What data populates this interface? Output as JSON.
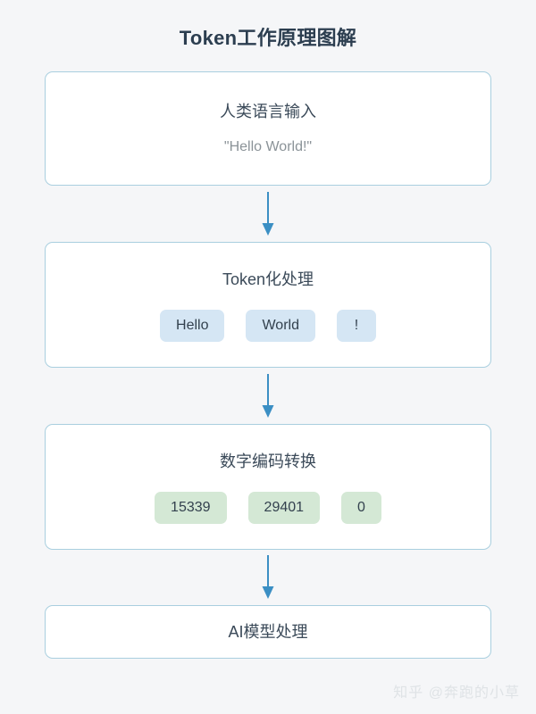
{
  "page": {
    "title": "Token工作原理图解",
    "background_color": "#f5f6f8",
    "accent_color": "#3b8fc4",
    "card_border_color": "#a9cfdf",
    "title_color": "#2c3e50"
  },
  "flow": {
    "steps": [
      {
        "id": "human-language-input",
        "heading": "人类语言输入",
        "subtitle": "\"Hello World!\"",
        "chips": []
      },
      {
        "id": "tokenization",
        "heading": "Token化处理",
        "subtitle": "",
        "chip_color": "#d5e6f4",
        "chips": [
          "Hello",
          "World",
          "!"
        ]
      },
      {
        "id": "numeric-encoding",
        "heading": "数字编码转换",
        "subtitle": "",
        "chip_color": "#d4e8d5",
        "chips": [
          "15339",
          "29401",
          "0"
        ]
      },
      {
        "id": "ai-model-processing",
        "heading": "AI模型处理",
        "subtitle": "",
        "chips": []
      }
    ],
    "arrows": [
      {
        "id": "arrow-1",
        "direction": "down"
      },
      {
        "id": "arrow-2",
        "direction": "down"
      },
      {
        "id": "arrow-3",
        "direction": "down"
      }
    ]
  },
  "watermark": {
    "text": "知乎 @奔跑的小草"
  }
}
